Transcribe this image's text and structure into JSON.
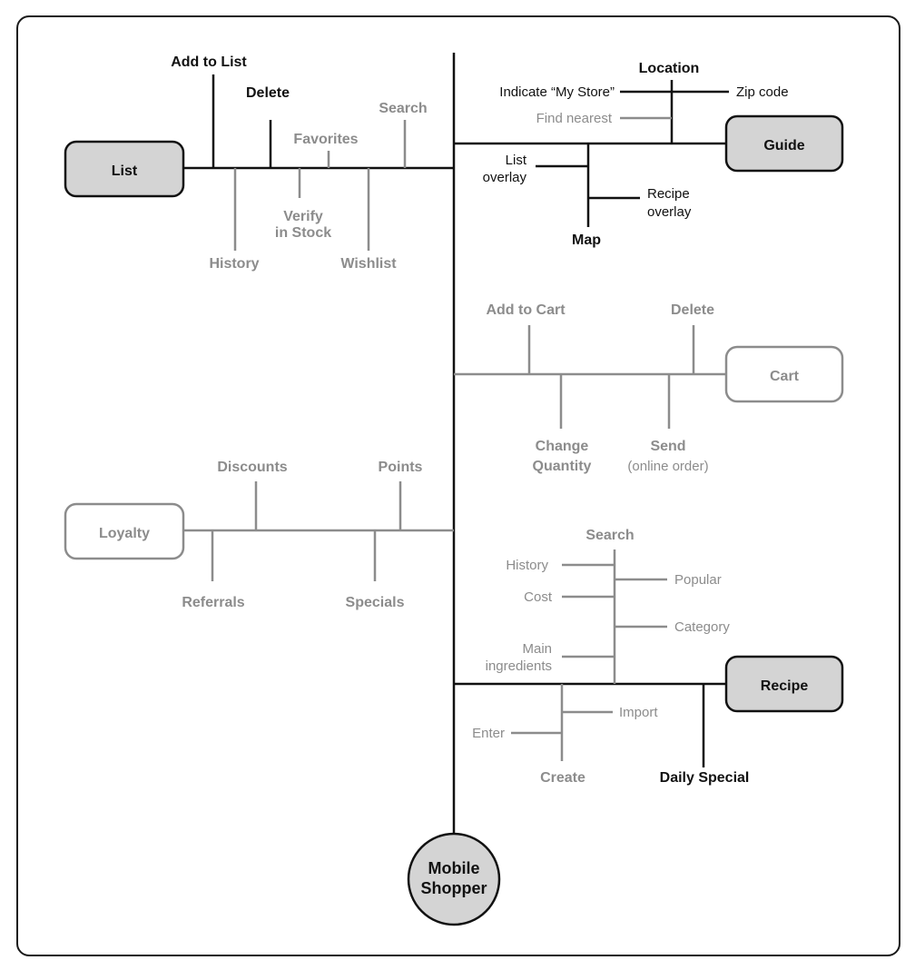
{
  "hub": {
    "line1": "Mobile",
    "line2": "Shopper"
  },
  "list": {
    "title": "List",
    "add_to_list": "Add to List",
    "delete": "Delete",
    "favorites": "Favorites",
    "search": "Search",
    "verify_line1": "Verify",
    "verify_line2": "in Stock",
    "history": "History",
    "wishlist": "Wishlist"
  },
  "guide": {
    "title": "Guide",
    "location": "Location",
    "indicate_my_store": "Indicate “My Store”",
    "zip_code": "Zip code",
    "find_nearest": "Find nearest",
    "list_overlay_line1": "List",
    "list_overlay_line2": "overlay",
    "recipe_overlay_line1": "Recipe",
    "recipe_overlay_line2": "overlay",
    "map": "Map"
  },
  "cart": {
    "title": "Cart",
    "add_to_cart": "Add to Cart",
    "delete": "Delete",
    "change_line1": "Change",
    "change_line2": "Quantity",
    "send_line1": "Send",
    "send_line2": "(online order)"
  },
  "loyalty": {
    "title": "Loyalty",
    "discounts": "Discounts",
    "points": "Points",
    "referrals": "Referrals",
    "specials": "Specials"
  },
  "recipe": {
    "title": "Recipe",
    "search": "Search",
    "history": "History",
    "popular": "Popular",
    "cost": "Cost",
    "category": "Category",
    "main_line1": "Main",
    "main_line2": "ingredients",
    "import": "Import",
    "enter": "Enter",
    "create": "Create",
    "daily_special": "Daily Special"
  },
  "colors": {
    "dark": "#111111",
    "light": "#8c8c8c",
    "box_fill": "#d4d4d4"
  }
}
